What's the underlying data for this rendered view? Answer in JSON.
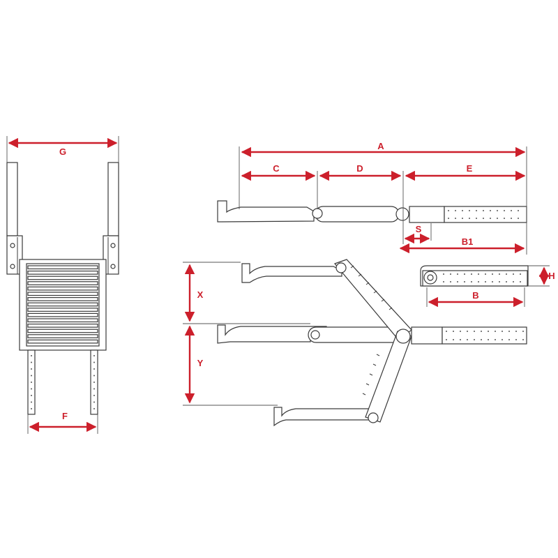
{
  "colors": {
    "dimension": "#cc1f2b",
    "outline": "#3a3a3a",
    "background": "#ffffff"
  },
  "labels": {
    "g": "G",
    "f": "F",
    "a": "A",
    "c": "C",
    "d": "D",
    "e": "E",
    "s": "S",
    "b1": "B1",
    "b": "B",
    "h": "H",
    "x": "X",
    "y": "Y"
  }
}
